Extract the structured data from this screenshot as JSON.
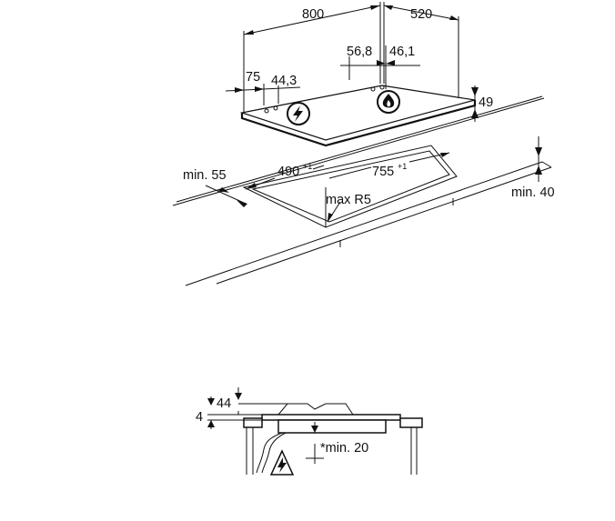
{
  "top_view": {
    "width_total": "800",
    "depth_total": "520",
    "burner_offset_left": "56,8",
    "burner_offset_right": "46,1",
    "knob_offset_a": "75",
    "knob_offset_b": "44,3",
    "height": "49",
    "min_side_clearance": "min. 55",
    "cutout_depth": "490",
    "cutout_depth_tol": "+1",
    "cutout_width": "755",
    "cutout_width_tol": "+1",
    "max_radius": "max R5",
    "min_worktop": "min. 40"
  },
  "side_view": {
    "height_total": "44",
    "height_base": "4",
    "min_clearance": "*min. 20"
  },
  "icons": [
    "electric-spark-icon",
    "gas-flame-icon",
    "electric-warning-icon"
  ]
}
